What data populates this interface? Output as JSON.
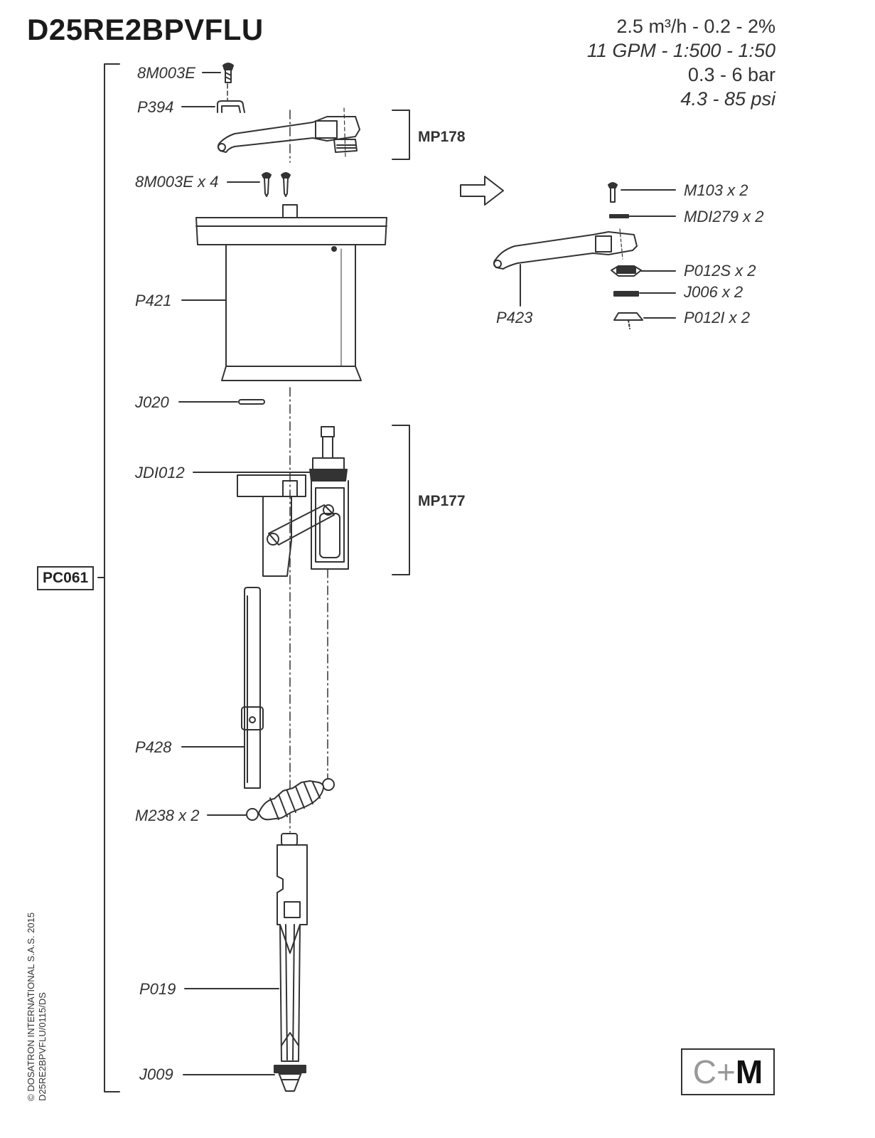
{
  "title": "D25RE2BPVFLU",
  "specs": {
    "line1": "2.5 m³/h  -   0.2   -   2%",
    "line2": "11 GPM - 1:500 - 1:50",
    "line3": "0.3 -  6 bar",
    "line4": "4.3 - 85 psi"
  },
  "groups": {
    "mp178": "MP178",
    "mp177": "MP177",
    "pc061": "PC061"
  },
  "parts": {
    "p8m003e": "8M003E",
    "p394": "P394",
    "p8m003e_x4": "8M003E x 4",
    "p421": "P421",
    "j020": "J020",
    "jdi012": "JDI012",
    "p428": "P428",
    "m238": "M238 x 2",
    "p019": "P019",
    "j009": "J009",
    "m103": "M103 x 2",
    "mdi279": "MDI279 x 2",
    "p012s": "P012S x 2",
    "j006": "J006 x 2",
    "p012i": "P012I x 2",
    "p423": "P423"
  },
  "logo": {
    "c": "C+",
    "m": "M"
  },
  "copyright": {
    "line1": "© DOSATRON INTERNATIONAL S.A.S. 2015",
    "line2": "D25RE2BPVFLU/0115/DS"
  }
}
